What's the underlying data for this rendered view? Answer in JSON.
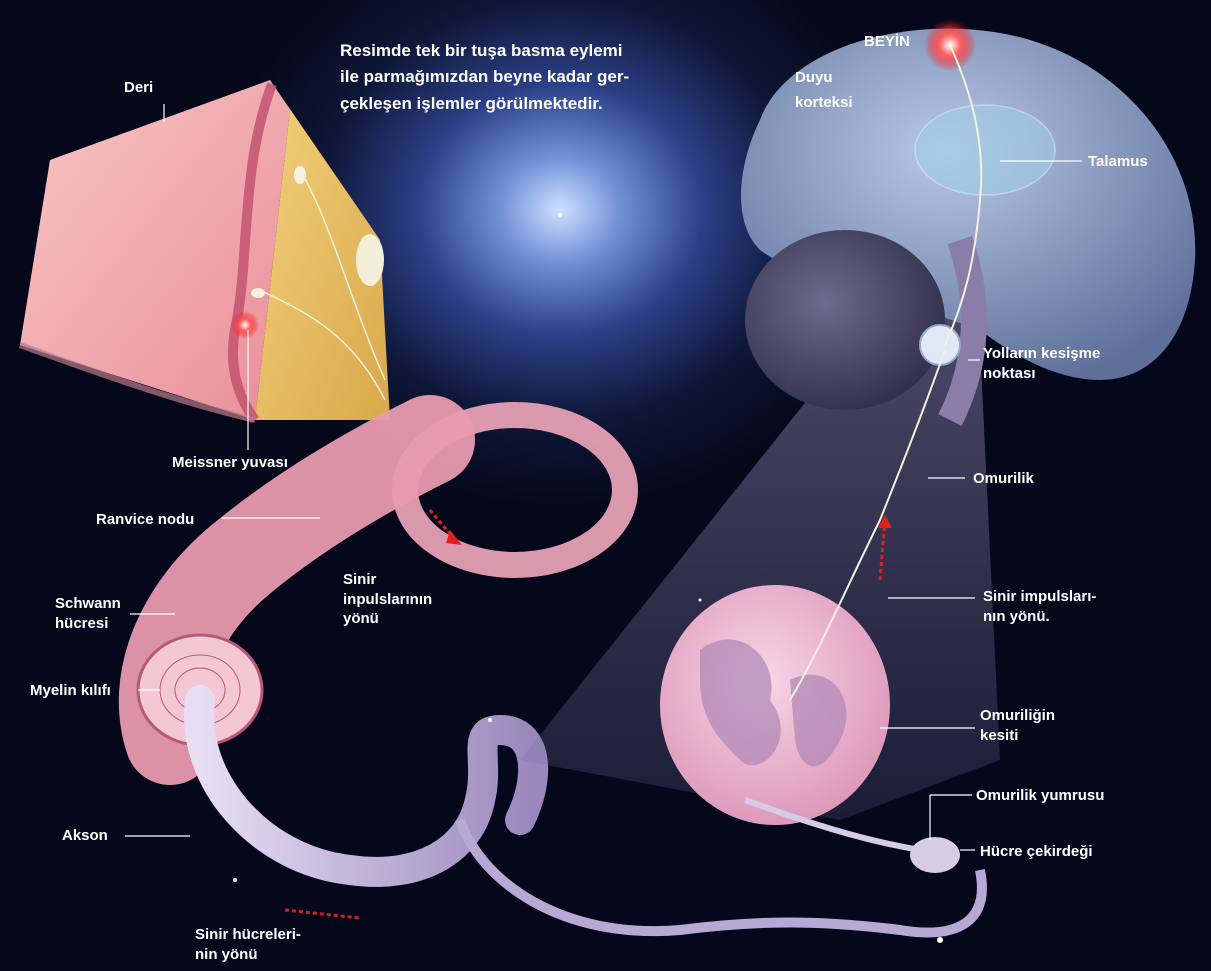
{
  "caption": {
    "lines": [
      "Resimde tek bir tuşa basma eylemi",
      "ile parmağımızdan beyne kadar ger-",
      "çekleşen işlemler görülmektedir."
    ]
  },
  "labels": {
    "deri": "Deri",
    "meissner": "Meissner yuvası",
    "ranvice": "Ranvice nodu",
    "schwann": [
      "Schwann",
      "hücresi"
    ],
    "myelin": "Myelin kılıfı",
    "akson": "Akson",
    "sinir_hucreleri_yonu": [
      "Sinir hücreleri-",
      "nin yönü"
    ],
    "sinir_inpuls_yonu": [
      "Sinir",
      "inpulslarının",
      "yönü"
    ],
    "beyin": "BEYİN",
    "duyu_korteksi": [
      "Duyu",
      "korteksi"
    ],
    "talamus": "Talamus",
    "yollarin_kesisme": [
      "Yolların kesişme",
      "noktası"
    ],
    "omurilik": "Omurilik",
    "sinir_impuls_yonu": [
      "Sinir impulsları-",
      "nın yönü."
    ],
    "omurilik_kesiti": [
      "Omuriliğin",
      "kesiti"
    ],
    "omurilik_yumrusu": "Omurilik yumrusu",
    "hucre_cekirdegi": "Hücre çekirdeği"
  },
  "colors": {
    "skin": "#f0a0a8",
    "fat": "#e8c060",
    "brain": "#8aa0c8",
    "cerebellum": "#4a4868",
    "spinal_section": "#f4c4d8",
    "axon": "#c4b4d8",
    "myelin": "#e6a0b4",
    "signal": "#ff2020"
  }
}
